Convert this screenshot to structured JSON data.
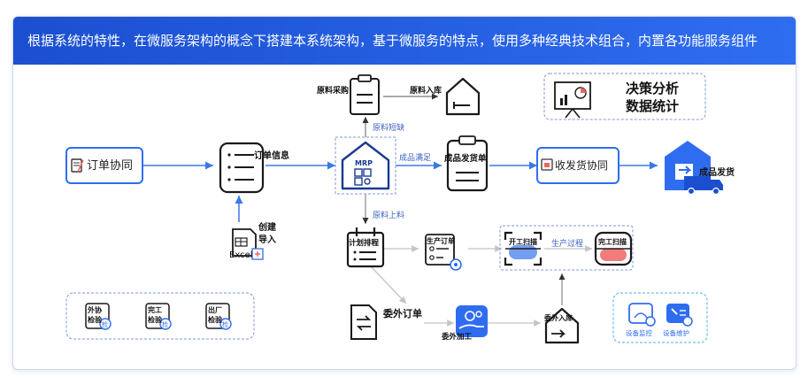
{
  "header": {
    "title": "根据系统的特性，在微服务架构的概念下搭建本系统架构，基于微服务的特点，使用多种经典技术组合，内置各功能服务组件"
  },
  "nodes": {
    "order_collab": "订单协同",
    "order_info": "订单信息",
    "mrp": "MRP",
    "raw_purchase": "原料采购",
    "raw_inbound": "原料入库",
    "decision_line1": "决策分析",
    "decision_line2": "数据统计",
    "product_ship_order": "成品发货单",
    "ship_collab": "收发货协同",
    "product_ship": "成品发货",
    "create_import_line1": "创建",
    "create_import_line2": "导入",
    "excel": "Excel",
    "plan_schedule": "计划排程",
    "production_order": "生产订单",
    "work_start_scan": "开工扫描",
    "production_process": "生产过程",
    "work_finish_scan": "完工扫描",
    "outsource_order": "委外订单",
    "outsource_process": "委外加工",
    "outsource_inbound": "委外入库",
    "inspect_outsource_top": "外协",
    "inspect_outsource_bottom": "检验",
    "inspect_finish_top": "完工",
    "inspect_finish_bottom": "检验",
    "inspect_factory_top": "出厂",
    "inspect_factory_bottom": "检验",
    "inspect_badge": "检",
    "equipment_monitor": "设备监控",
    "equipment_maintain": "设备维护"
  },
  "edges": {
    "raw_shortage": "原料短缺",
    "product_sufficient": "成品满足",
    "raw_feed": "原料上料"
  },
  "colors": {
    "primary": "#2f6df0",
    "dark": "#1a1a1a",
    "box_border": "#7f9ad4",
    "arrow_blue": "#3a78e8",
    "arrow_gray": "#c4c4c4",
    "accent_red": "#f06464",
    "accent_blue": "#5b8df2"
  }
}
